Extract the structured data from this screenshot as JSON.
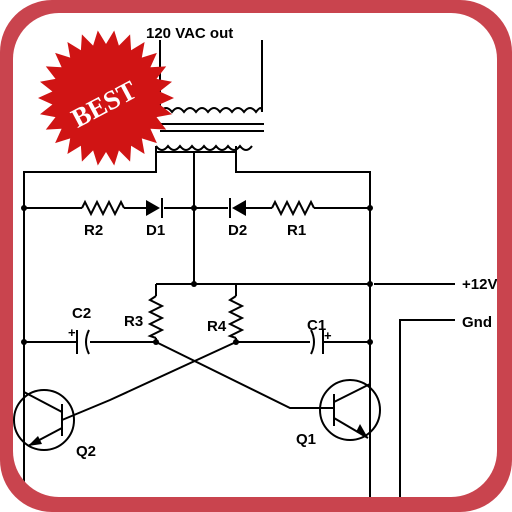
{
  "badge": {
    "text": "BEST",
    "color": "#d01414"
  },
  "frame": {
    "color": "#c9444e"
  },
  "labels": {
    "vac_out": "120 VAC out",
    "r1": "R1",
    "r2": "R2",
    "r3": "R3",
    "r4": "R4",
    "d1": "D1",
    "d2": "D2",
    "c1": "C1",
    "c2": "C2",
    "q1": "Q1",
    "q2": "Q2",
    "plus12": "+12V",
    "gnd": "Gnd",
    "plus_c1": "+",
    "plus_c2": "+"
  }
}
